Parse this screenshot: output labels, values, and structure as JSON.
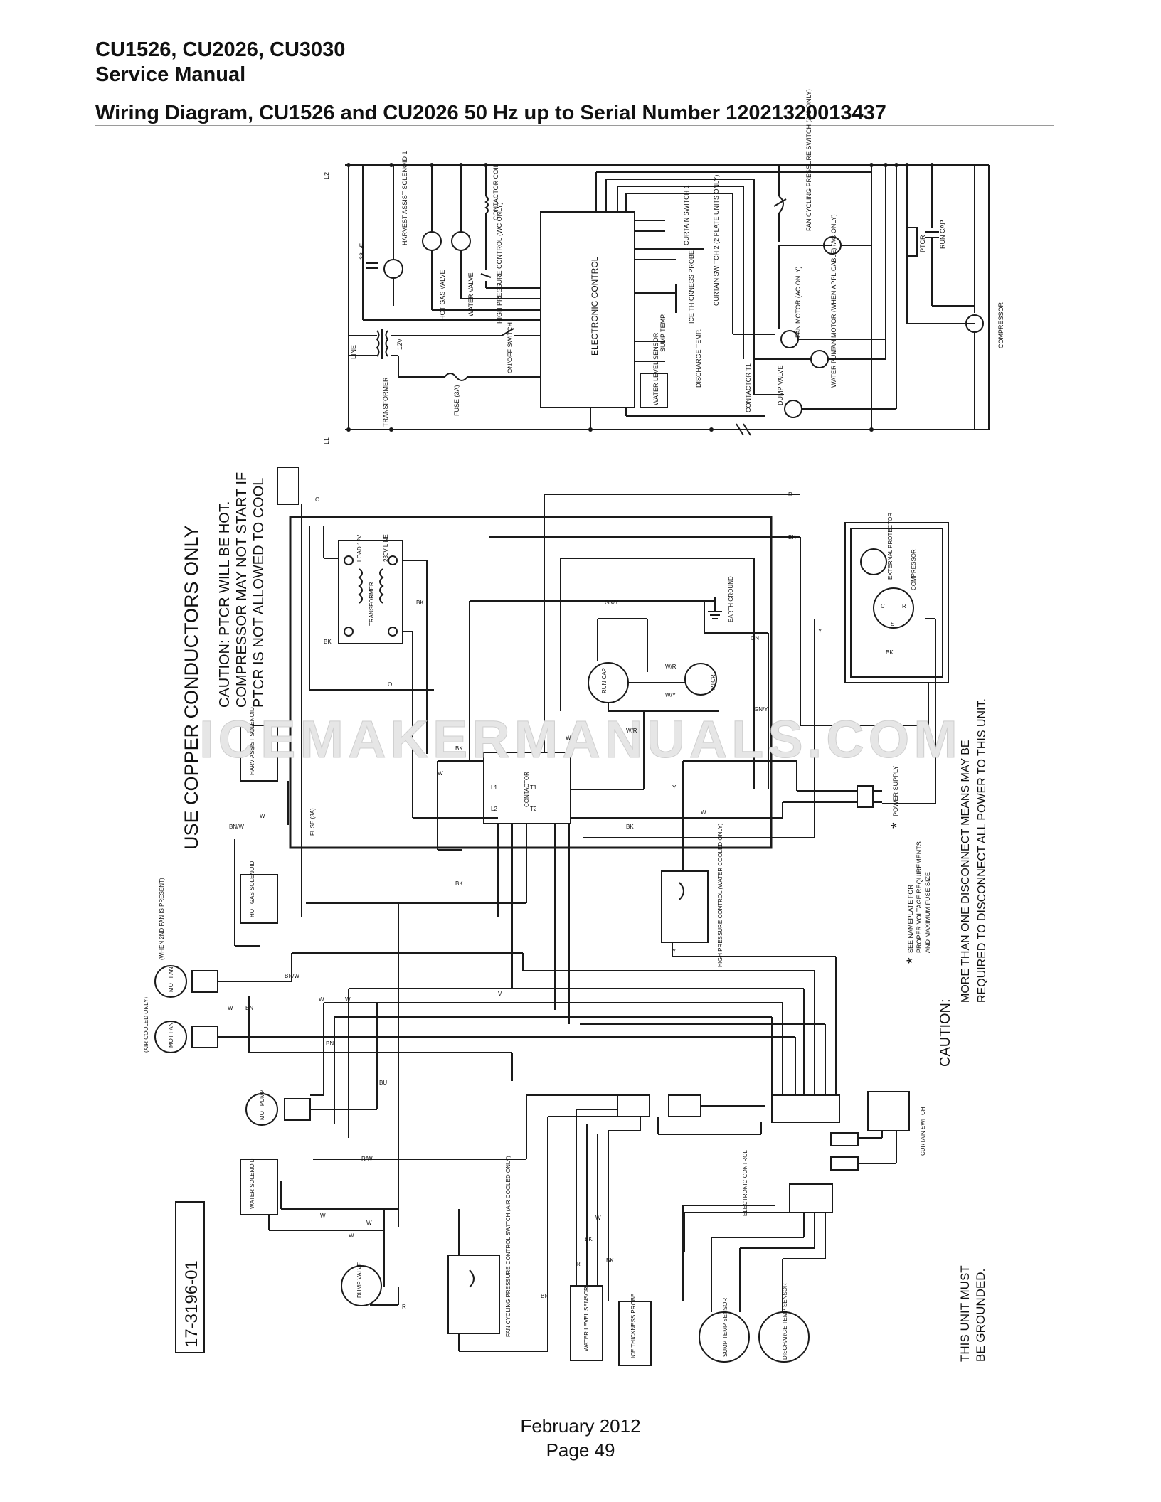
{
  "header": {
    "models": "CU1526, CU2026, CU3030",
    "doc_type": "Service Manual",
    "title": "Wiring Diagram, CU1526 and CU2026 50 Hz up to Serial Number 12021320013437"
  },
  "footer": {
    "date": "February 2012",
    "page": "Page 49"
  },
  "watermark": "ICEMAKERMANUALS.COM",
  "schematic": {
    "l2": "L2",
    "l1": "L1",
    "harvest_assist": "HARVEST ASSIST SOLENOID 1",
    "cap_33": "33 uF",
    "hot_gas": "HOT GAS VALVE",
    "water_valve": "WATER VALVE",
    "contactor_coil": "CONTACTOR COIL",
    "high_pressure": "HIGH PRESSURE CONTROL (WC ONLY)",
    "electronic_control": "ELECTRONIC CONTROL",
    "curtain1": "CURTAIN SWITCH 1",
    "curtain2": "CURTAIN SWITCH 2 (2 PLATE UNITS ONLY)",
    "ice_probe": "ICE THICKNESS PROBE",
    "sump_temp": "SUMP TEMP.",
    "discharge_temp": "DISCHARGE TEMP.",
    "wls": "WATER LEVEL SENSOR",
    "on_off": "ON/OFF SWITCH",
    "fuse": "FUSE (3A)",
    "transformer": "TRANSFORMER",
    "line": "LINE",
    "v12": "12V",
    "contactor_t1": "CONTACTOR T1",
    "dump_valve": "DUMP VALVE",
    "water_pump": "WATER PUMP",
    "fan_motor_ac": "FAN MOTOR (AC ONLY)",
    "fan_motor_2": "FAN MOTOR (WHEN APPLICABLE) (AC ONLY)",
    "fan_cycling": "FAN CYCLING PRESSURE SWITCH (A/C ONLY)",
    "ptcr": "PTCR",
    "run_cap": "RUN CAP.",
    "compressor": "COMPRESSOR"
  },
  "notes": {
    "copper": "USE COPPER CONDUCTORS ONLY",
    "ptcr_caution_1": "CAUTION: PTCR WILL BE HOT.",
    "ptcr_caution_2": "COMPRESSOR MAY NOT START IF",
    "ptcr_caution_3": "PTCR IS NOT ALLOWED TO COOL",
    "caution": "CAUTION:",
    "disconnect_1": "MORE THAN ONE DISCONNECT MEANS MAY BE",
    "disconnect_2": "REQUIRED TO DISCONNECT ALL POWER TO THIS UNIT.",
    "nameplate_1": "SEE NAMEPLATE FOR",
    "nameplate_2": "PROPER VOLTAGE REQUIREMENTS",
    "nameplate_3": "AND MAXIMUM FUSE SIZE",
    "grounded_1": "THIS UNIT MUST",
    "grounded_2": "BE GROUNDED.",
    "part_no": "17-3196-01",
    "power_supply": "POWER SUPPLY",
    "star": "*"
  },
  "wiring": {
    "harv_assist": "HARV ASSIST SOLENOID",
    "hot_gas_sol": "HOT GAS SOLENOID",
    "water_sol": "WATER SOLENOID",
    "fuse_3a": "FUSE (3A)",
    "transformer": "TRANSFORMER",
    "load_12v": "LOAD 12V",
    "line_230v": "230V LINE",
    "earth_ground": "EARTH GROUND",
    "run_cap": "RUN CAP",
    "ptcr": "PTCR",
    "contactor": "CONTACTOR",
    "ext_protector": "EXTERNAL PROTECTOR",
    "compressor": "COMPRESSOR",
    "high_pressure": "HIGH PRESSURE CONTROL (WATER COOLED ONLY)",
    "mot_fan_2nd": "(WHEN 2ND FAN IS PRESENT)",
    "air_cooled": "(AIR COOLED ONLY)",
    "mot_fan": "MOT FAN",
    "mot_pump": "MOT PUMP",
    "dump_valve": "DUMP VALVE",
    "fan_cycling": "FAN CYCLING PRESSURE CONTROL SWITCH (AIR COOLED ONLY)",
    "water_level": "WATER LEVEL SENSOR",
    "ice_probe": "ICE THICKNESS PROBE",
    "sump_temp": "SUMP TEMP SENSOR",
    "discharge_temp": "DISCHARGE TEMP SENSOR",
    "electronic_control": "ELECTRONIC CONTROL",
    "curtain_switch": "CURTAIN SWITCH",
    "w_bk": "BK",
    "w_w": "W",
    "w_y": "Y",
    "w_r": "R",
    "w_bn": "BN",
    "w_bu": "BU",
    "w_v": "V",
    "w_gn": "GN",
    "w_gny": "GN/Y",
    "w_bnw": "BN/W",
    "w_rw": "R/W",
    "w_wr": "W/R",
    "w_wy": "W/Y",
    "w_o": "O",
    "l1": "L1",
    "l2": "L2",
    "t1": "T1",
    "t2": "T2",
    "t_c": "C",
    "t_r": "R",
    "t_s": "S",
    "t_bk": "BK"
  }
}
